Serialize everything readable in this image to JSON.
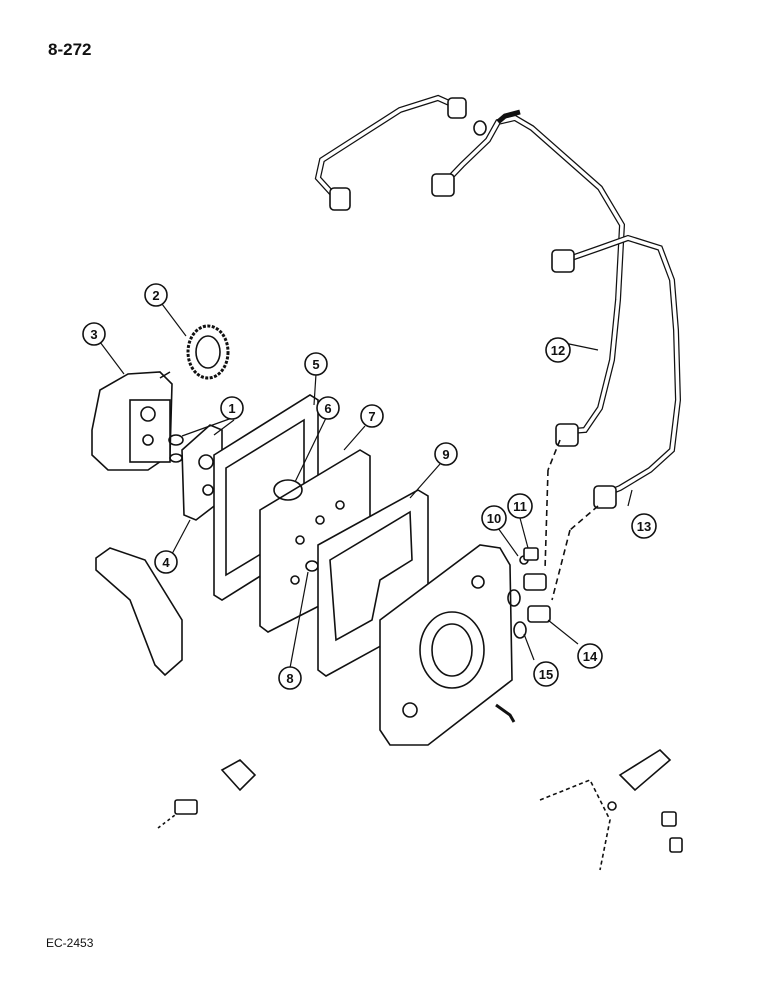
{
  "page": {
    "number": "8-272",
    "code": "EC-2453"
  },
  "callouts": [
    "1",
    "2",
    "3",
    "4",
    "5",
    "6",
    "7",
    "8",
    "9",
    "10",
    "11",
    "12",
    "13",
    "14",
    "15"
  ],
  "colors": {
    "line": "#111111",
    "fill": "#ffffff"
  }
}
